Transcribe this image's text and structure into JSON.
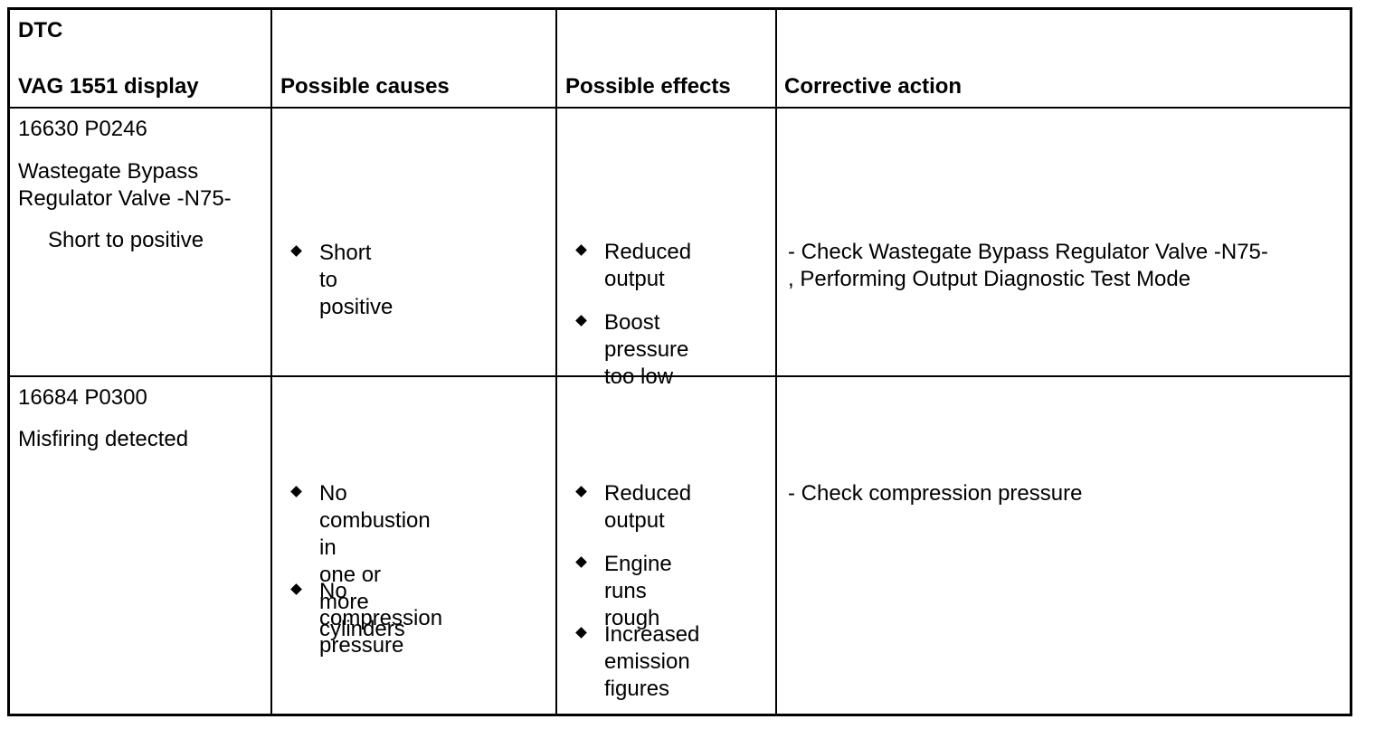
{
  "header": {
    "col1_line1": "DTC",
    "col1_line2": "VAG 1551 display",
    "col2": "Possible causes",
    "col3": "Possible effects",
    "col4": "Corrective action"
  },
  "rows": [
    {
      "code": "16630 P0246",
      "description": "Wastegate Bypass\nRegulator Valve -N75-",
      "condition": "Short to positive",
      "causes": [
        "Short to positive"
      ],
      "effects": [
        "Reduced\noutput",
        "Boost pressure\ntoo low"
      ],
      "action": "- Check Wastegate Bypass Regulator Valve -N75-\n, Performing Output Diagnostic Test Mode"
    },
    {
      "code": "16684 P0300",
      "description": "Misfiring detected",
      "causes": [
        "No combustion in\none or more\ncylinders",
        "No compression\npressure"
      ],
      "effects": [
        "Reduced\noutput",
        "Engine runs\nrough",
        "Increased\nemission\nfigures"
      ],
      "action": "- Check compression pressure"
    }
  ]
}
